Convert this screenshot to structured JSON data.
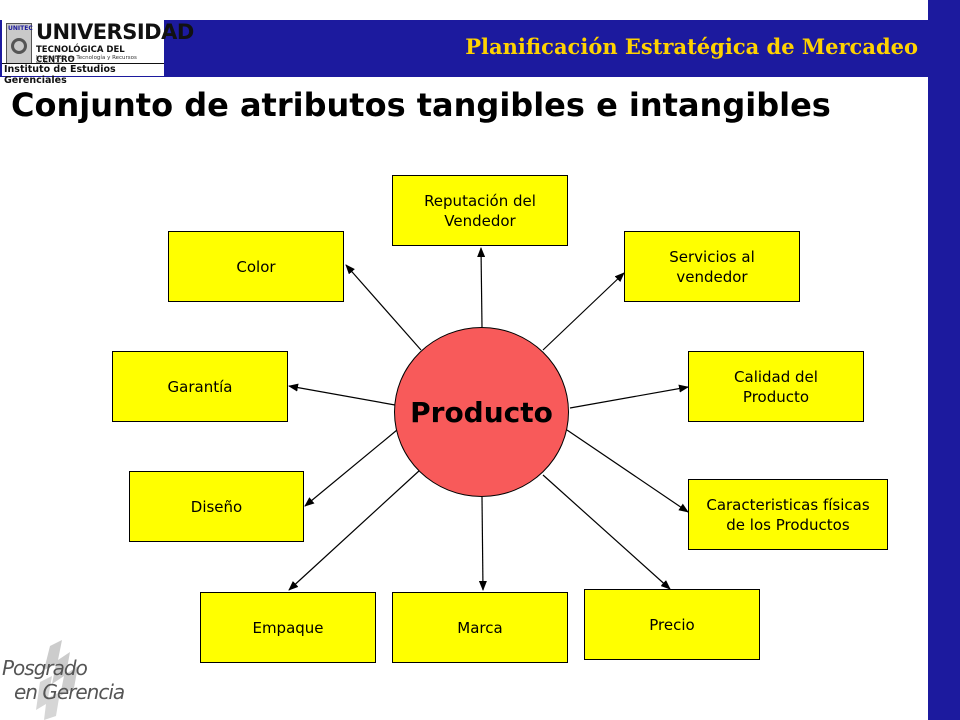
{
  "header": {
    "logo": {
      "title": "UNIVERSIDAD",
      "subtitle": "TECNOLÓGICA DEL CENTRO",
      "tagline": "Innovación en Tecnología y Recursos Humanos",
      "institute": "Instituto de Estudios Gerenciales",
      "cap": "UNITEC"
    },
    "course": "Planificación Estratégica de Mercadeo"
  },
  "slide_title": "Conjunto de atributos tangibles e intangibles",
  "diagram": {
    "center": "Producto",
    "nodes": [
      {
        "id": "reputacion",
        "label": "Reputación del\nVendedor"
      },
      {
        "id": "color",
        "label": "Color"
      },
      {
        "id": "servicios",
        "label": "Servicios al\nvendedor"
      },
      {
        "id": "garantia",
        "label": "Garantía"
      },
      {
        "id": "calidad",
        "label": "Calidad del\nProducto"
      },
      {
        "id": "diseno",
        "label": "Diseño"
      },
      {
        "id": "caracteristicas",
        "label": "Caracteristicas físicas\nde los Productos"
      },
      {
        "id": "empaque",
        "label": "Empaque"
      },
      {
        "id": "marca",
        "label": "Marca"
      },
      {
        "id": "precio",
        "label": "Precio"
      }
    ]
  },
  "footer_logo": {
    "line1": "Posgrado",
    "line2": "en Gerencia"
  },
  "colors": {
    "brand_blue": "#1c1a9e",
    "header_text": "#ffd200",
    "node_fill": "#ffff00",
    "center_fill": "#f85a5a"
  }
}
